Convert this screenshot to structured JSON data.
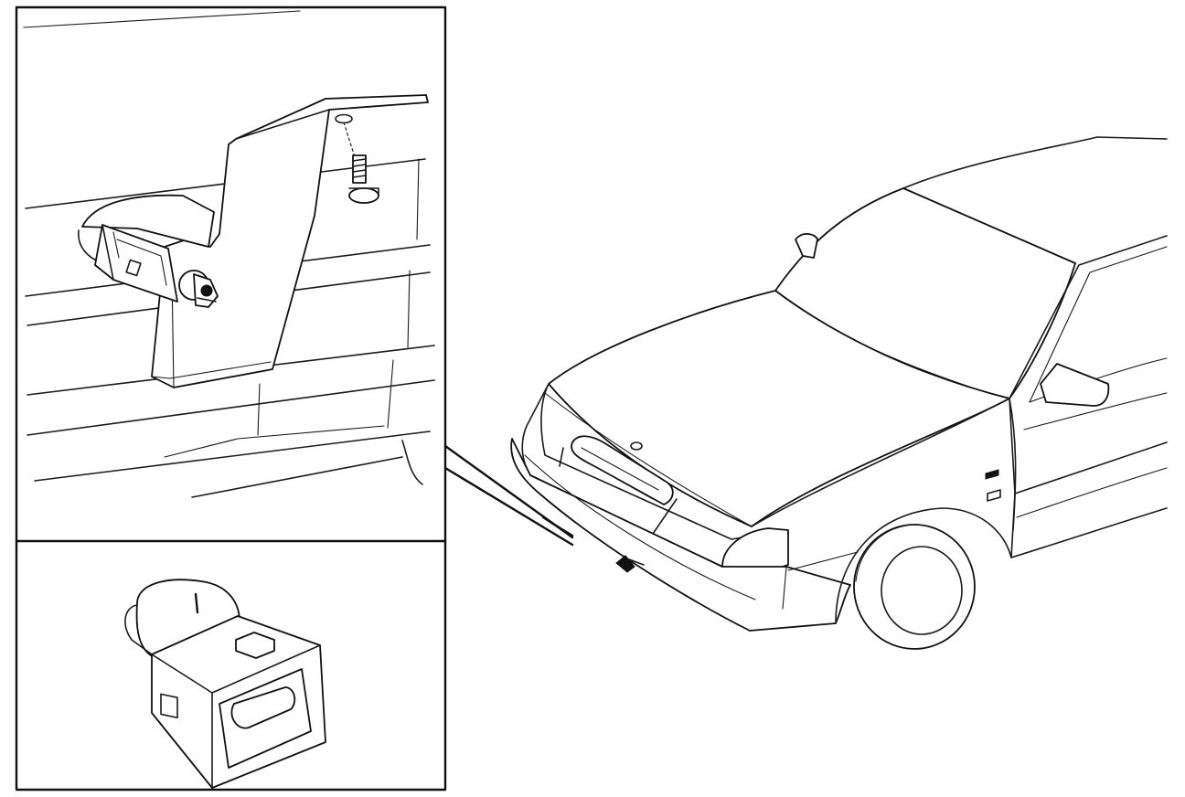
{
  "figure": {
    "panels": [
      {
        "id": "detail-top",
        "depicts": "sensor-mounting-bracket"
      },
      {
        "id": "detail-bottom",
        "depicts": "connector-plug"
      },
      {
        "id": "overview",
        "depicts": "car-front-view"
      }
    ],
    "colors": {
      "line": "#1a1a1a",
      "background": "#ffffff"
    }
  }
}
